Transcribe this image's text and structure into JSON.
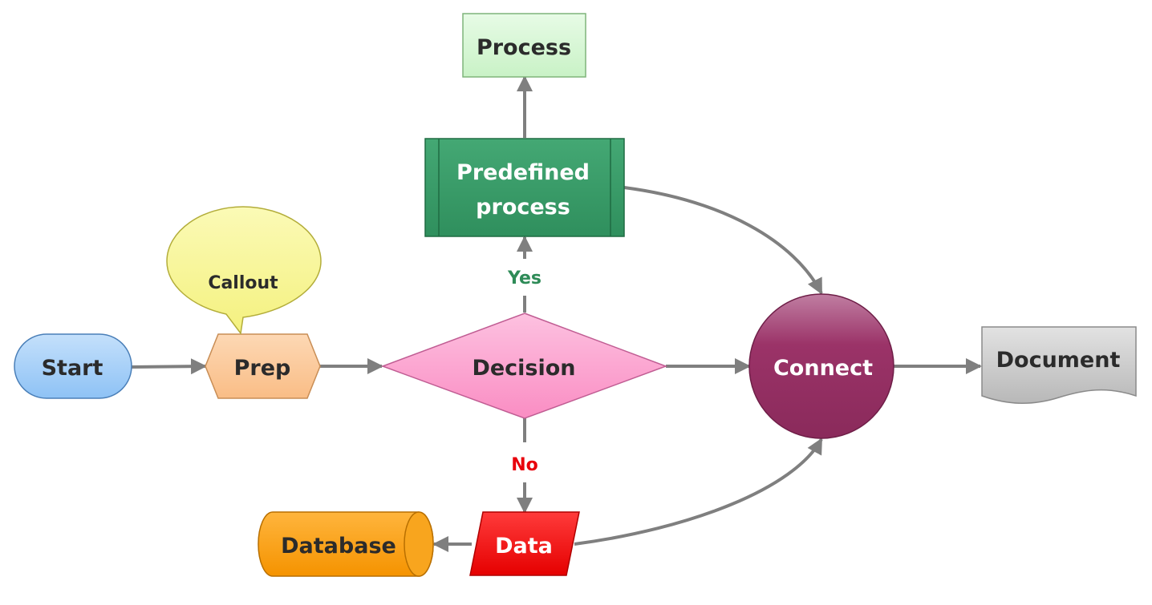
{
  "nodes": {
    "start": "Start",
    "prep": "Prep",
    "callout": "Callout",
    "decision": "Decision",
    "predefined_line1": "Predefined",
    "predefined_line2": "process",
    "process": "Process",
    "connect": "Connect",
    "document": "Document",
    "data": "Data",
    "database": "Database"
  },
  "edge_labels": {
    "yes": "Yes",
    "no": "No"
  },
  "colors": {
    "start_fill": "#9ecbf7",
    "prep_fill": "#fbc99a",
    "callout_fill": "#f7f597",
    "decision_fill": "#fb9fcc",
    "predefined_fill": "#3a9a66",
    "process_fill": "#d6f7d4",
    "connect_fill": "#9b3368",
    "document_fill": "#c8c8c8",
    "data_fill": "#f20f0f",
    "database_fill": "#fb9900",
    "connector": "#7f7f7f",
    "yes_label": "#2e8b57",
    "no_label": "#e8000b"
  }
}
